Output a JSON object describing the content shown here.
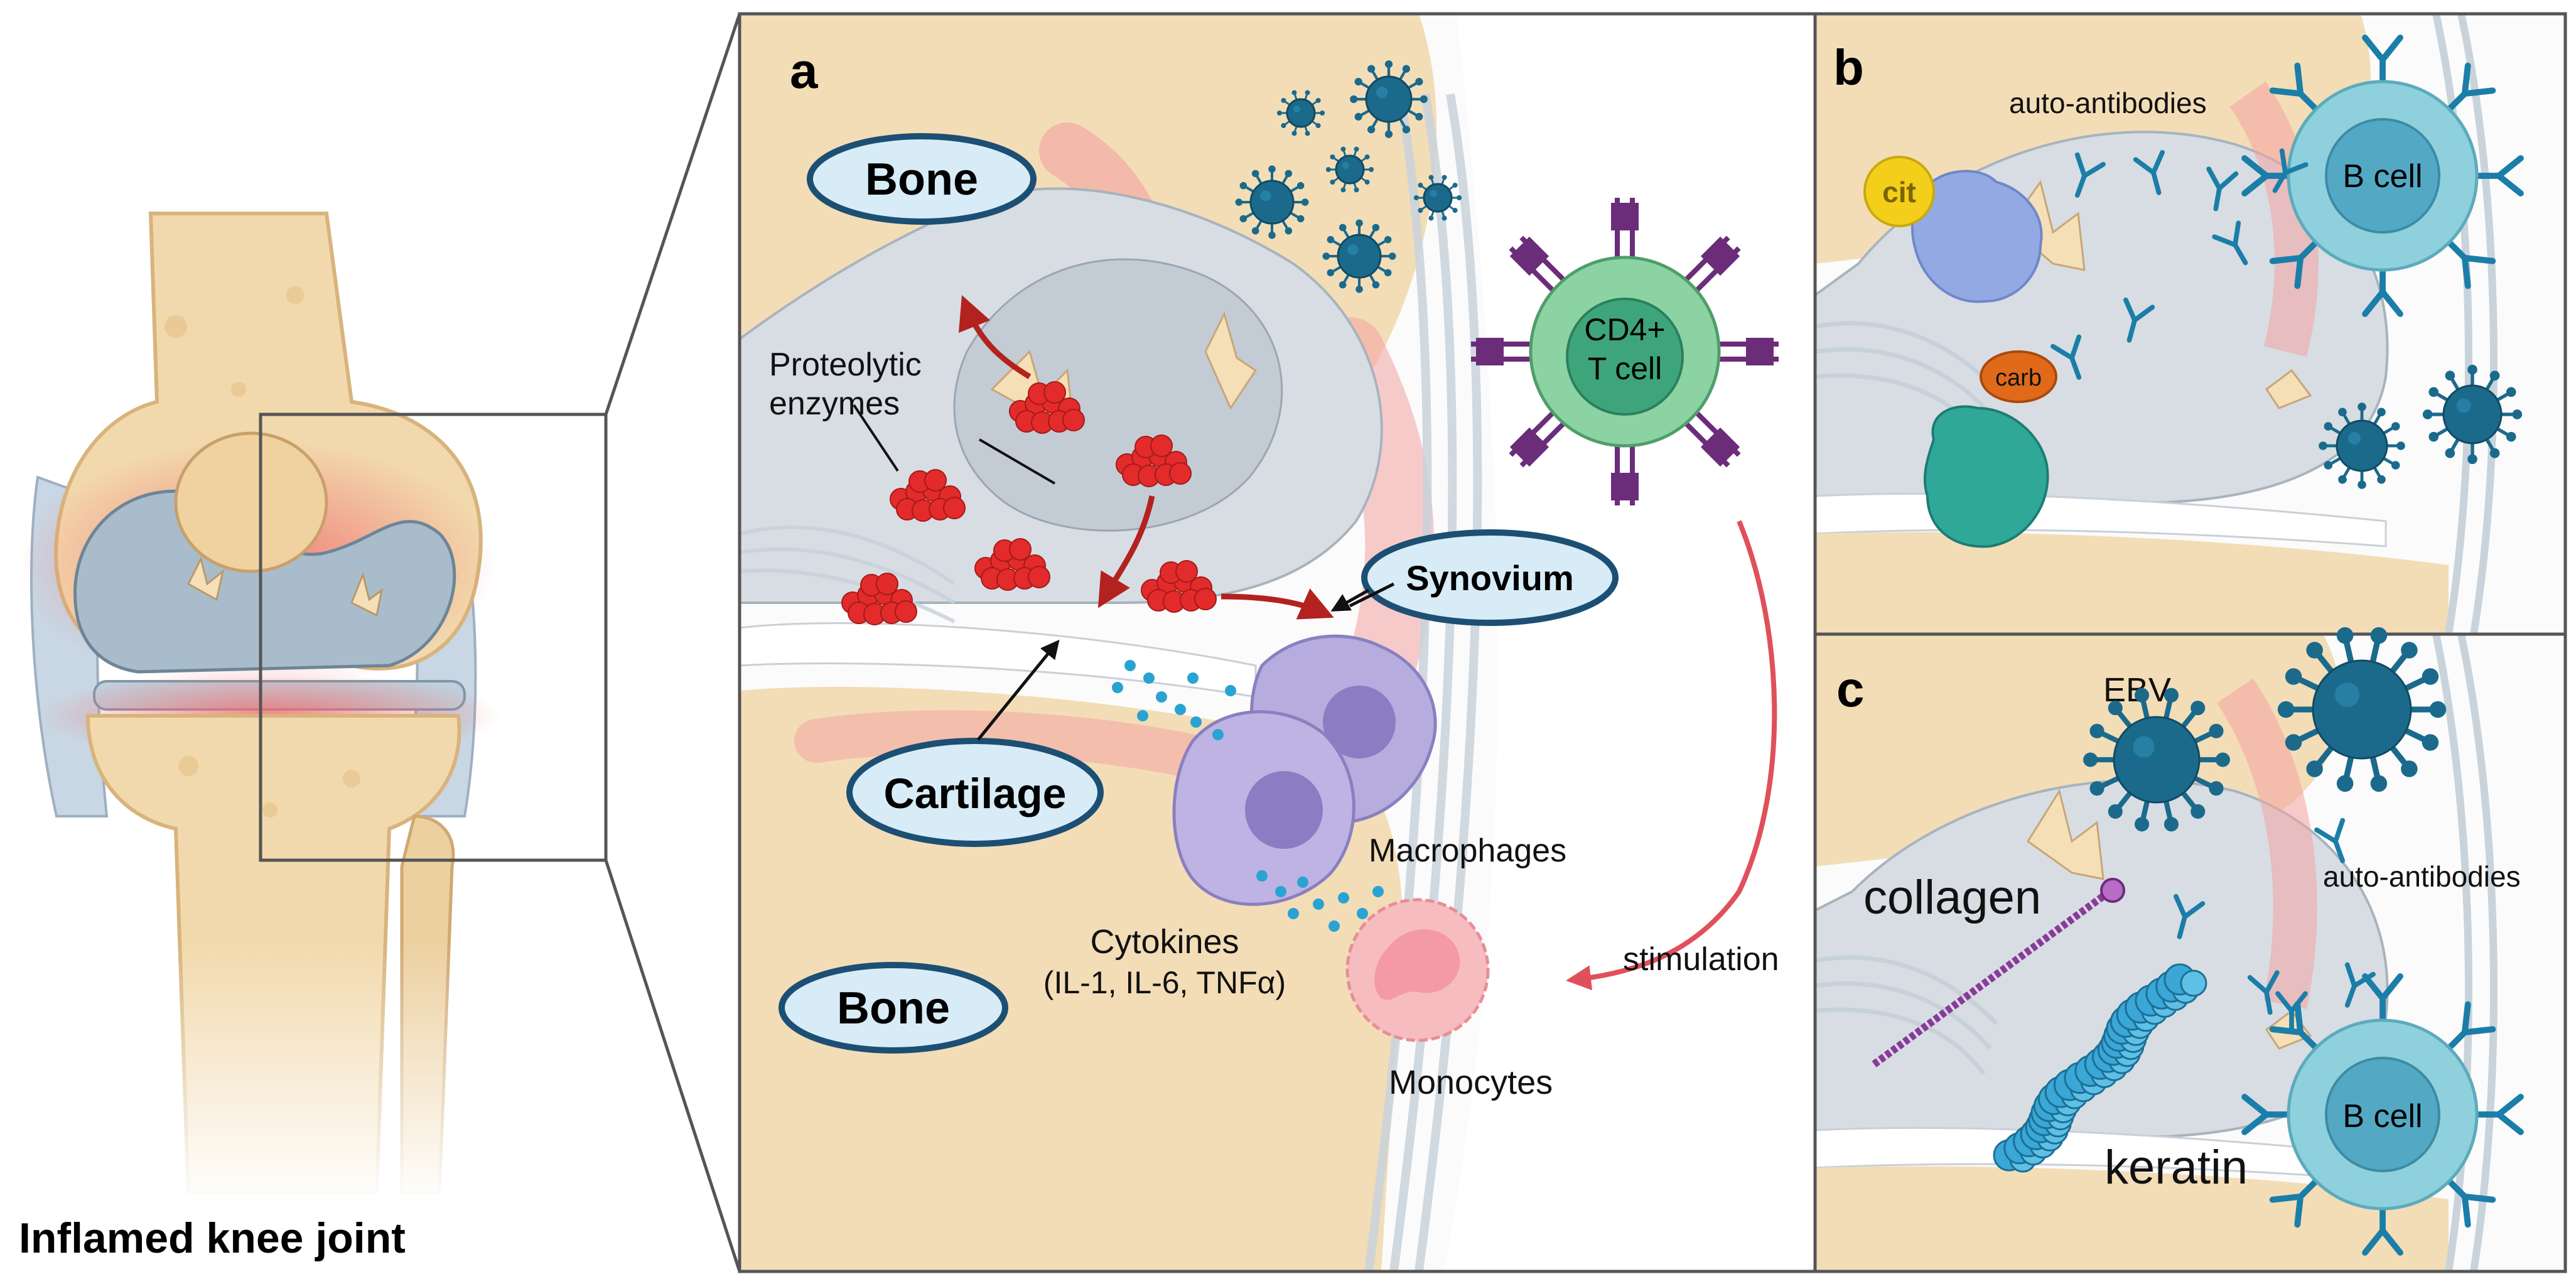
{
  "knee": {
    "caption": "Inflamed knee joint"
  },
  "panel_a": {
    "letter": "a",
    "bone_top": "Bone",
    "bone_bottom": "Bone",
    "cartilage": "Cartilage",
    "synovium": "Synovium",
    "proteolytic_line1": "Proteolytic",
    "proteolytic_line2": "enzymes",
    "tcell_line1": "CD4+",
    "tcell_line2": "T cell",
    "macrophages": "Macrophages",
    "cytokines_line1": "Cytokines",
    "cytokines_line2": "(IL-1, IL-6, TNFα)",
    "monocytes": "Monocytes",
    "stimulation": "stimulation"
  },
  "panel_b": {
    "letter": "b",
    "auto_antibodies": "auto-antibodies",
    "bcell": "B cell",
    "cit": "cit",
    "carb": "carb"
  },
  "panel_c": {
    "letter": "c",
    "ebv": "EBV",
    "auto_antibodies": "auto-antibodies",
    "collagen": "collagen",
    "keratin": "keratin",
    "bcell": "B cell"
  },
  "colors": {
    "bone": "#f2dcb6",
    "inflammation": "#f08a8a",
    "cartilage": "#b9c9d3",
    "label_fill": "#d7ecf7",
    "label_stroke": "#1c4f73",
    "virus": "#1b6a8c",
    "enzyme": "#e32b2b",
    "tcell": "#8cd3a3",
    "tcell_receptor": "#6b2c7a",
    "bcell": "#8fd0dd",
    "antibody": "#1a7ea8",
    "macrophage": "#b7acde",
    "monocyte": "#f7bcc0",
    "cytokine": "#2aa3d3",
    "cit": "#f3cf1b",
    "carb": "#e06a1a",
    "keratin": "#3aa7d6",
    "collagen": "#8a3a9a"
  }
}
